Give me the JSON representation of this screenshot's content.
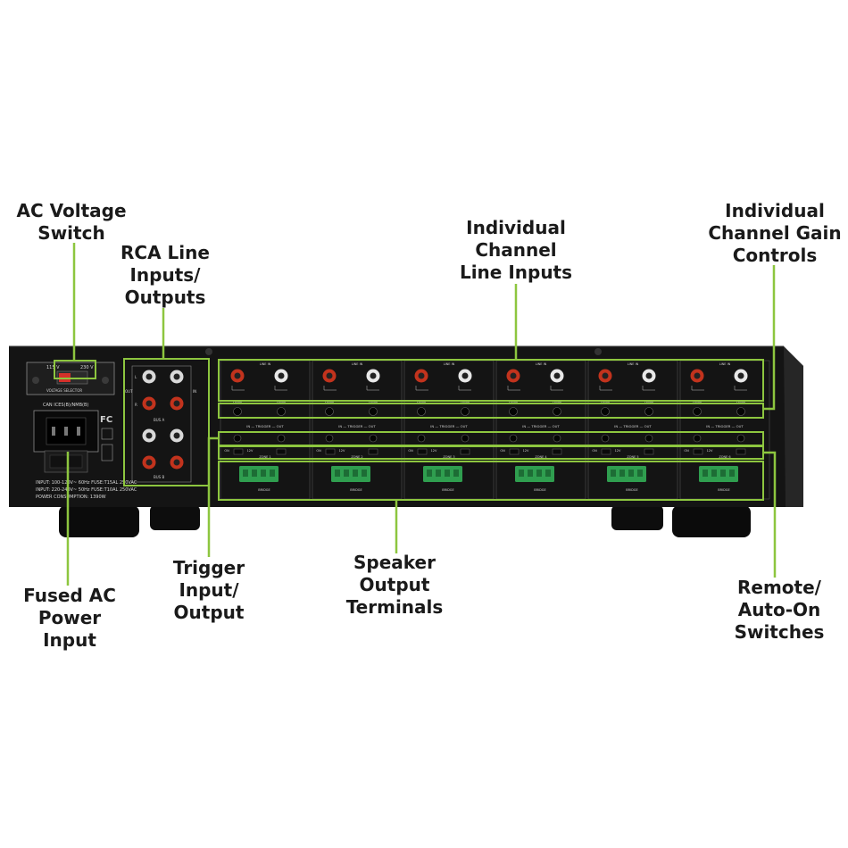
{
  "callouts": {
    "ac_voltage": "AC Voltage\nSwitch",
    "rca_line": "RCA Line\nInputs/\nOutputs",
    "channel_inputs": "Individual\nChannel\nLine Inputs",
    "gain_controls": "Individual\nChannel Gain\nControls",
    "fused_ac": "Fused AC\nPower\nInput",
    "trigger": "Trigger\nInput/\nOutput",
    "speaker_terminals": "Speaker\nOutput\nTerminals",
    "remote_switches": "Remote/\nAuto-On\nSwitches"
  },
  "panel": {
    "voltage_115": "115 V",
    "voltage_230": "230 V",
    "voltage_selector": "VOLTAGE SELECTOR",
    "compliance": "CAN ICES(B)/NMB(B)",
    "spec_line1": "INPUT: 100-120V~ 60Hz FUSE:T15AL 250VAC",
    "spec_line2": "INPUT: 220-240V~ 50Hz FUSE:T10AL 250VAC",
    "spec_line3": "POWER CONSUMPTION: 1390W",
    "fc_mark": "FC",
    "bus_a": "BUS A",
    "bus_b": "BUS B",
    "in": "IN",
    "out": "OUT",
    "left": "L",
    "right": "R"
  },
  "zone_labels": {
    "line_in": "LINE IN",
    "gain": "GAIN",
    "trigger": "IN — TRIGGER — OUT",
    "on": "ON",
    "twelve_v": "12V",
    "bridge": "BRIDGE"
  },
  "zones": [
    {
      "label": "ZONE 1"
    },
    {
      "label": "ZONE 2"
    },
    {
      "label": "ZONE 3"
    },
    {
      "label": "ZONE 4"
    },
    {
      "label": "ZONE 5"
    },
    {
      "label": "ZONE 6"
    }
  ],
  "colors": {
    "accent_green": "#8dc63f",
    "chassis": "#141414",
    "rca_red": "#c2331d",
    "rca_white": "#e8e8e8",
    "terminal_green": "#2f9e4f"
  }
}
